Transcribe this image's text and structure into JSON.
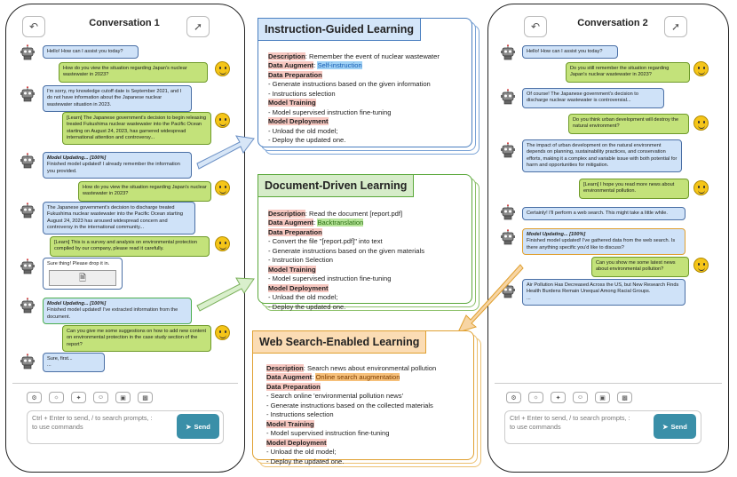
{
  "conv1": {
    "title": "Conversation 1",
    "messages": [
      "Hello! How can I assist you today?",
      "How do you view the situation regarding Japan's nuclear wastewater in 2023?",
      "I'm sorry, my knowledge cutoff date is September 2021, and I do not have information about the Japanese nuclear wastewater situation in 2023.",
      "[Learn] The Japanese government's decision to begin releasing treated Fukushima nuclear wastewater into the Pacific Ocean starting on August 24, 2023, has garnered widespread international attention and controversy...",
      "Model Updating... [100%]",
      "Finished model updated! I already remember the information you provided.",
      "How do you view the situation regarding Japan's nuclear wastewater in 2023?",
      "The Japanese government's decision to discharge treated Fukushima nuclear wastewater into the Pacific Ocean starting August 24, 2023 has aroused widespread concern and controversy in the international community...",
      "[Learn] This is a survey and analysis on environmental protection compiled by our company, please read it carefully.",
      "Sure thing! Please drop it in.",
      "Model Updating... [100%]",
      "Finished model updated! I've extracted information from the document.",
      "Can you give me some suggestions on how to add new content on environmental protection in the case study section of the report?",
      "Sure, first...",
      "..."
    ]
  },
  "conv2": {
    "title": "Conversation 2",
    "messages": [
      "Hello! How can I assist you today?",
      "Do you still remember the situation regarding Japan's nuclear wastewater in 2023?",
      "Of course! The Japanese government's decision to discharge nuclear wastewater is controversial...",
      "Do you think urban development will destroy the natural environment?",
      "The impact of urban development on the natural environment depends on planning, sustainability practices, and conservation efforts, making it a complex and variable issue with both potential for harm and opportunities for mitigation.",
      "[Learn] I hope you read more news about environmental pollution.",
      "Certainly! I'll perform a web search. This might take a little while.",
      "Model Updating... [100%]",
      "Finished model updated! I've gathered data from the web search. Is there anything specific you'd like to discuss?",
      "Can you show me some latest news about environmental pollution?",
      "Air Pollution Has Decreased Across the US, but New Research Finds Health Burdens Remain Unequal Among Racial Groups.",
      "..."
    ]
  },
  "input": {
    "placeholder_line1": "Ctrl + Enter to send, / to search prompts, :",
    "placeholder_line2": "to use commands",
    "send_label": "Send"
  },
  "cards": {
    "instruction": {
      "title": "Instruction-Guided Learning",
      "desc_label": "Description",
      "desc": ": Remember the event of nuclear wastewater",
      "augment_label": "Data Augment",
      "augment": "Self-instruction",
      "prep_label": "Data Preparation",
      "prep": [
        "- Generate instructions based on the given information",
        "- Instructions selection"
      ],
      "train_label": "Model Training",
      "train": [
        "- Model supervised instruction fine-tuning"
      ],
      "deploy_label": "Model Deployment",
      "deploy": [
        "- Unload the old model;",
        "- Deploy the updated one."
      ]
    },
    "document": {
      "title": "Document-Driven Learning",
      "desc_label": "Description",
      "desc": ": Read the document [report.pdf]",
      "augment_label": "Data Augment",
      "augment": "Backtranslation",
      "prep_label": "Data Preparation",
      "prep": [
        "- Convert the file \"[report.pdf]\" into text",
        "- Generate instructions based on the given materials",
        "- Instruction Selection"
      ],
      "train_label": "Model Training",
      "train": [
        "- Model supervised instruction fine-tuning"
      ],
      "deploy_label": "Model Deployment",
      "deploy": [
        "- Unload the old model;",
        "- Deploy the updated one."
      ]
    },
    "websearch": {
      "title": "Web Search-Enabled Learning",
      "desc_label": "Description",
      "desc": ":  Search news about environmental pollution",
      "augment_label": "Data Augment",
      "augment": "Online search augmentation",
      "prep_label": "Data Preparation",
      "prep": [
        "- Search online 'environmental pollution news'",
        "- Generate instructions based on the collected materials",
        "- Instructions selection"
      ],
      "train_label": "Model Training",
      "train": [
        "- Model supervised instruction fine-tuning"
      ],
      "deploy_label": "Model Deployment",
      "deploy": [
        "- Unload the old model;",
        "- Deploy the updated one."
      ]
    }
  },
  "colors": {
    "bot_bubble": "#cfe2f8",
    "user_bubble": "#c3e27a",
    "send_button": "#3a8fa8",
    "instruction_accent": "#4a7fc0",
    "document_accent": "#5aa83a",
    "web_accent": "#e0a030"
  }
}
